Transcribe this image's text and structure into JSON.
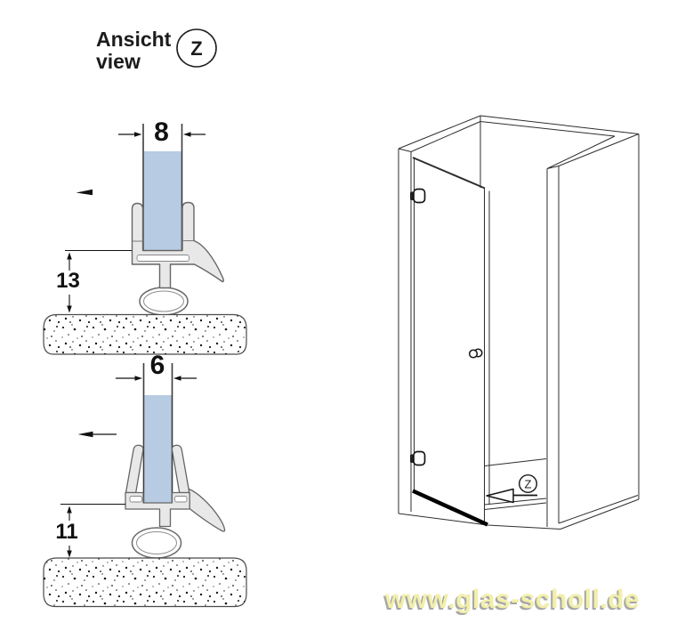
{
  "header": {
    "label_de": "Ansicht",
    "label_en": "view",
    "view_marker": "Z"
  },
  "profiles": {
    "top": {
      "glass_thickness": "8",
      "floor_gap": "13"
    },
    "bottom": {
      "glass_thickness": "6",
      "floor_gap": "11"
    }
  },
  "enclosure": {
    "view_marker": "Z"
  },
  "watermark": {
    "text": "www.glas-scholl.de",
    "color": "#f2efab"
  },
  "colors": {
    "glass_fill": "#b7cbe2",
    "seal_fill": "#e8e8e8",
    "seal_stroke": "#666666",
    "line": "#2e2e2e"
  }
}
